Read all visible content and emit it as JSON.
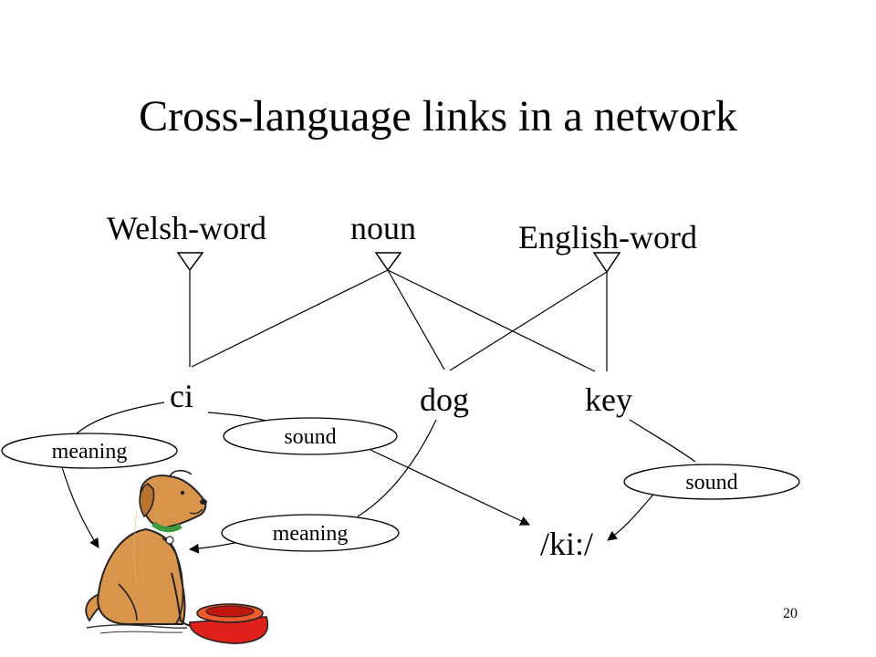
{
  "slide": {
    "title": "Cross-language links in a network",
    "page_number": "20"
  },
  "categories": {
    "welsh": "Welsh-word",
    "noun": "noun",
    "english": "English-word"
  },
  "words": {
    "ci": "ci",
    "dog": "dog",
    "key": "key"
  },
  "phonology": {
    "ki": "/ki:/"
  },
  "relations": {
    "meaning_ci": "meaning",
    "sound_ci": "sound",
    "meaning_dog": "meaning",
    "sound_key": "sound"
  },
  "colors": {
    "line": "#000000",
    "dog_fur": "#d9954b",
    "collar": "#4caf50",
    "bowl": "#e0201b"
  }
}
